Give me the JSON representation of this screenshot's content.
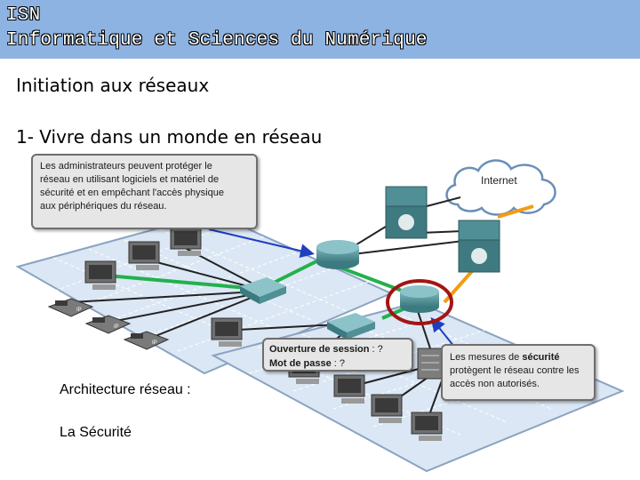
{
  "header": {
    "line1": "ISN",
    "line2": "Informatique et Sciences du Numérique"
  },
  "page": {
    "heading": "Initiation aux réseaux",
    "subheading": "1- Vivre dans un monde en réseau"
  },
  "diagram": {
    "admin_callout": [
      "Les administrateurs peuvent protéger le",
      "réseau en utilisant logiciels et matériel de",
      "sécurité et en empêchant l'accès physique",
      "aux périphériques du réseau."
    ],
    "cloud_label": "Internet",
    "login_callout": {
      "line1_label": "Ouverture de session",
      "line1_value": " : ?",
      "line2_label": "Mot de passe",
      "line2_value": " : ?"
    },
    "security_callout": {
      "prefix": "Les mesures de ",
      "emphasis": "sécurité",
      "rest": [
        "protègent le réseau contre les",
        "accès non autorisés."
      ]
    },
    "phone_label": "IP",
    "colors": {
      "header_bg": "#8db3e2",
      "lan_link": "#22b14c",
      "wan_link": "#f39c12",
      "arrow": "#1f3fbf",
      "highlight_ring": "#a31515",
      "router": "#4a8f95",
      "floor": "#dbe7f4"
    }
  },
  "captions": {
    "architecture": "Architecture réseau :",
    "security": "La Sécurité"
  }
}
